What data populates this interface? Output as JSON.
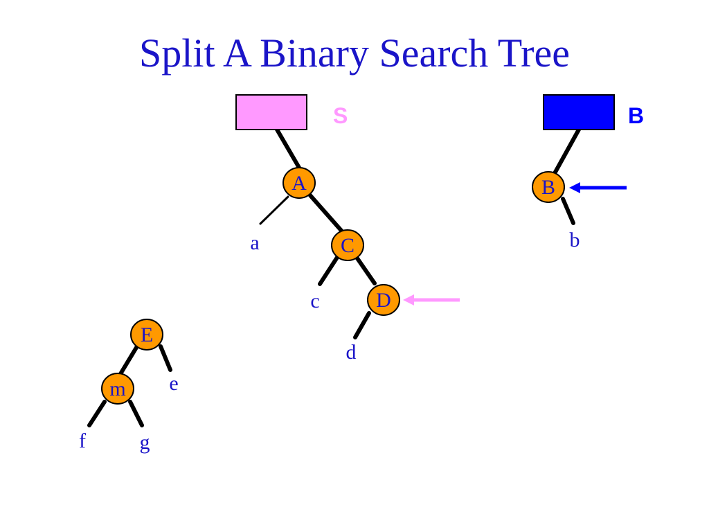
{
  "title": "Split A Binary Search Tree",
  "colors": {
    "text": "#1a14c8",
    "node_fill": "#ff9900",
    "edge": "#000000",
    "small_box": "#ff99ff",
    "big_box": "#0000ff"
  },
  "boxes": {
    "small": {
      "label": "S",
      "color": "#ff99ff"
    },
    "big": {
      "label": "B",
      "color": "#0000ff"
    }
  },
  "nodes": {
    "A": "A",
    "C": "C",
    "D": "D",
    "B": "B",
    "E": "E",
    "m": "m"
  },
  "leaves": {
    "a": "a",
    "b": "b",
    "c": "c",
    "d": "d",
    "e": "e",
    "f": "f",
    "g": "g"
  },
  "arrows": [
    {
      "target": "D",
      "color": "#ff99ff"
    },
    {
      "target": "B",
      "color": "#0000ff"
    }
  ]
}
